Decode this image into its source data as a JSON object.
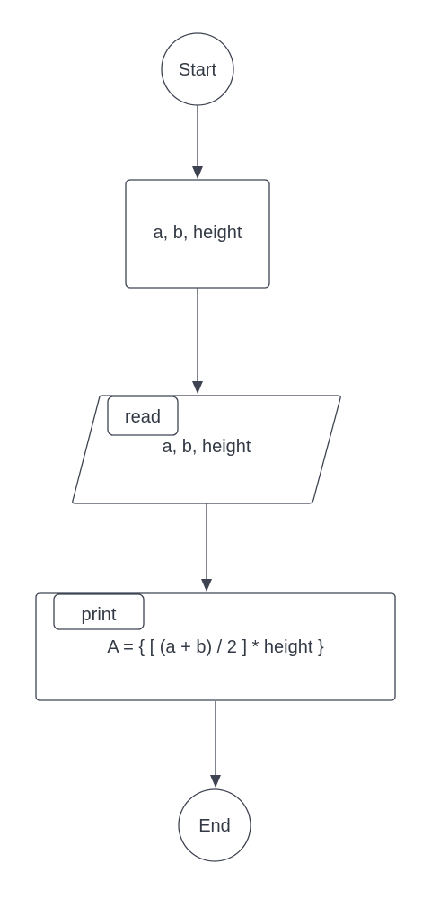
{
  "diagram": {
    "start_label": "Start",
    "input_box_label": "a, b, height",
    "read_tag": "read",
    "read_label": "a, b, height",
    "print_tag": "print",
    "print_label": "A = { [ (a + b) / 2 ] * height }",
    "end_label": "End"
  },
  "colors": {
    "stroke": "#3d4350",
    "text": "#333a45",
    "background": "#ffffff"
  }
}
